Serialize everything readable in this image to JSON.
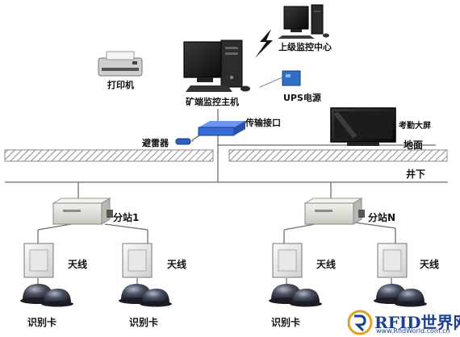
{
  "labels": {
    "upper_center": "上级监控中心",
    "printer": "打印机",
    "ups": "UPS电源",
    "main_host": "矿端监控主机",
    "interface": "传输接口",
    "arrester": "避雷器",
    "attendance_screen": "考勤大屏",
    "surface": "地面",
    "underground": "井下",
    "substation_1": "分站1",
    "substation_n": "分站N",
    "antenna": "天线",
    "id_card": "识别卡"
  },
  "watermark": {
    "main": "RFID世界网",
    "sub": "www.RfidWorld.com.cn"
  },
  "colors": {
    "line": "#6e6e6e",
    "hatch": "#9a9a9a",
    "monitor": "#151515",
    "case": "#2a2a2a",
    "ups": "#2f6fc4",
    "interface": "#3a6ad6",
    "station": "#dcdcd4",
    "helmet": "#3a3d4a",
    "watermark": "#1c3f8f",
    "watermark_accent": "#e0a020"
  },
  "icons": [
    "pc-icon",
    "printer-icon",
    "ups-icon",
    "interface-box-icon",
    "lightning-arrester-icon",
    "display-screen-icon",
    "substation-box-icon",
    "antenna-panel-icon",
    "helmet-card-icon",
    "lightning-bolt-icon"
  ]
}
